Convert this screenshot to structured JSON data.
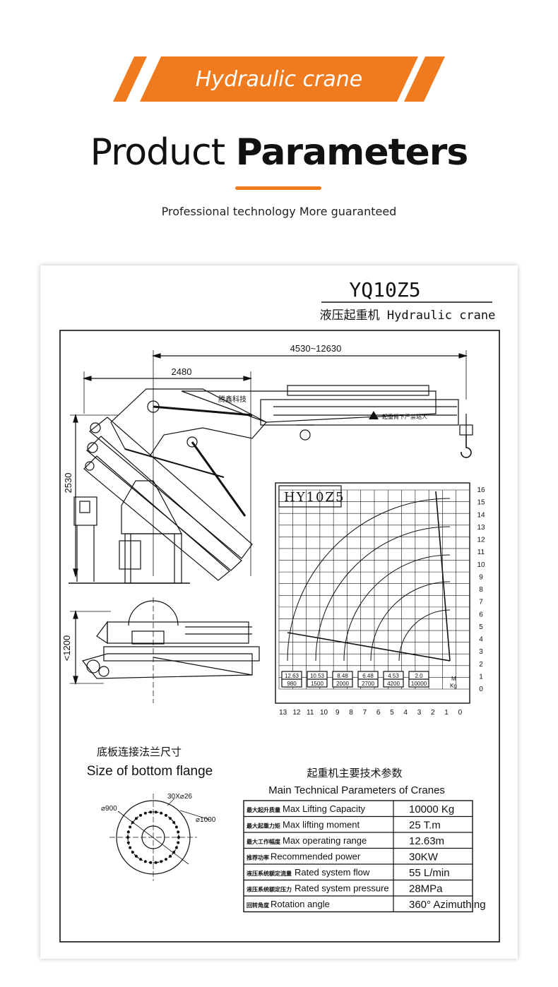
{
  "banner": {
    "title": "Hydraulic crane",
    "color": "#f07b1e"
  },
  "heading": {
    "light": "Product",
    "bold": "Parameters"
  },
  "subtitle": "Professional technology More guaranteed",
  "drawing": {
    "model": "YQ10Z5",
    "subtitle": "液压起重机 Hydraulic crane",
    "dim_reach": "4530~12630",
    "dim_base": "2480",
    "dim_height": "2530",
    "dim_width": "<1200",
    "logo_text": "腾鑫科技",
    "warning_text": "起重臂下严禁站人",
    "load_chart": {
      "title": "HY10Z5",
      "x_ticks": [
        "13",
        "12",
        "11",
        "10",
        "9",
        "8",
        "7",
        "6",
        "5",
        "4",
        "3",
        "2",
        "1",
        "0"
      ],
      "y_ticks": [
        "16",
        "15",
        "14",
        "13",
        "12",
        "11",
        "10",
        "9",
        "8",
        "7",
        "6",
        "5",
        "4",
        "3",
        "2",
        "1",
        "0"
      ],
      "radius_unit": "M",
      "load_unit": "Kg",
      "loads": [
        {
          "radius": "12.63",
          "load": "980"
        },
        {
          "radius": "10.53",
          "load": "1500"
        },
        {
          "radius": "8.48",
          "load": "2000"
        },
        {
          "radius": "6.48",
          "load": "2700"
        },
        {
          "radius": "4.53",
          "load": "4200"
        },
        {
          "radius": "2.0",
          "load": "10000"
        }
      ]
    },
    "flange": {
      "title_cn": "底板连接法兰尺寸",
      "title_en": "Size of bottom flange",
      "holes": "30X⌀26",
      "outer": "⌀900",
      "inner": "⌀1000"
    },
    "params": {
      "title_cn": "起重机主要技术参数",
      "title_en": "Main Technical Parameters of Cranes",
      "rows": [
        {
          "cn": "最大起升质量",
          "en": "Max Lifting Capacity",
          "value": "10000 Kg"
        },
        {
          "cn": "最大起重力矩",
          "en": "Max lifting moment",
          "value": "25 T.m"
        },
        {
          "cn": "最大工作幅度",
          "en": "Max operating range",
          "value": "12.63m"
        },
        {
          "cn": "推荐功率",
          "en": "Recommended power",
          "value": "30KW"
        },
        {
          "cn": "液压系统额定流量",
          "en": "Rated system flow",
          "value": "55 L/min"
        },
        {
          "cn": "液压系统额定压力",
          "en": "Rated system pressure",
          "value": "28MPa"
        },
        {
          "cn": "回转角度",
          "en": "Rotation angle",
          "value": "360° Azimuthing"
        }
      ]
    }
  }
}
